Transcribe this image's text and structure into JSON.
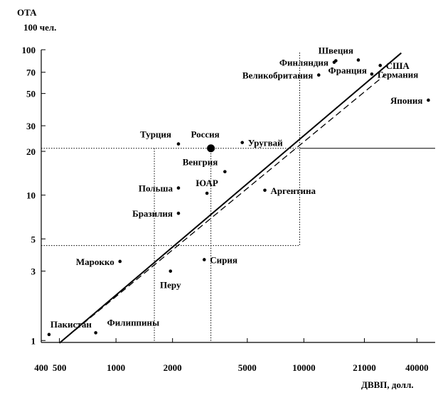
{
  "chart_data": {
    "type": "scatter",
    "ylabel_line1": "ОТА",
    "ylabel_line2": "100 чел.",
    "xlabel": "ДВВП, долл.",
    "x_scale": "log",
    "y_scale": "log",
    "xlim": [
      400,
      50000
    ],
    "ylim": [
      0.97,
      100
    ],
    "x_ticks": [
      {
        "value": 400,
        "label": "400"
      },
      {
        "value": 500,
        "label": "500"
      },
      {
        "value": 1000,
        "label": "1000"
      },
      {
        "value": 2000,
        "label": "2000"
      },
      {
        "value": 5000,
        "label": "5000"
      },
      {
        "value": 10000,
        "label": "10000"
      },
      {
        "value": 21000,
        "label": "21000"
      },
      {
        "value": 40000,
        "label": "40000"
      }
    ],
    "y_ticks": [
      {
        "value": 1,
        "label": "1"
      },
      {
        "value": 3,
        "label": "3"
      },
      {
        "value": 5,
        "label": "5"
      },
      {
        "value": 10,
        "label": "10"
      },
      {
        "value": 20,
        "label": "20"
      },
      {
        "value": 30,
        "label": "30"
      },
      {
        "value": 50,
        "label": "50"
      },
      {
        "value": 70,
        "label": "70"
      },
      {
        "value": 100,
        "label": "100"
      }
    ],
    "points": [
      {
        "label": "Пакистан",
        "x": 440,
        "y": 1.1,
        "lpos": "above-right"
      },
      {
        "label": "Филиппины",
        "x": 780,
        "y": 1.13,
        "lpos": "above-right-far"
      },
      {
        "label": "Марокко",
        "x": 1050,
        "y": 3.5,
        "lpos": "left"
      },
      {
        "label": "Перу",
        "x": 1950,
        "y": 3.0,
        "lpos": "below"
      },
      {
        "label": "Сирия",
        "x": 2950,
        "y": 3.6,
        "lpos": "right"
      },
      {
        "label": "Бразилия",
        "x": 2150,
        "y": 7.5,
        "lpos": "left"
      },
      {
        "label": "Польша",
        "x": 2150,
        "y": 11.2,
        "lpos": "left"
      },
      {
        "label": "ЮАР",
        "x": 3050,
        "y": 10.3,
        "lpos": "above"
      },
      {
        "label": "Венгрия",
        "x": 3800,
        "y": 14.5,
        "lpos": "left-above"
      },
      {
        "label": "Аргентина",
        "x": 6200,
        "y": 10.8,
        "lpos": "right"
      },
      {
        "label": "Турция",
        "x": 2150,
        "y": 22.5,
        "lpos": "left-above"
      },
      {
        "label": "Уругвай",
        "x": 4700,
        "y": 23.0,
        "lpos": "right"
      },
      {
        "label": "Финляндия",
        "x": 14500,
        "y": 82,
        "lpos": "left"
      },
      {
        "label": "Швеция",
        "x": 14800,
        "y": 84,
        "lpos": "above"
      },
      {
        "label": "США",
        "x": 25500,
        "y": 78,
        "lpos": "right"
      },
      {
        "label": "Великобритания",
        "x": 12000,
        "y": 67,
        "lpos": "left"
      },
      {
        "label": "Франция",
        "x": 19500,
        "y": 85,
        "lpos": "below-left"
      },
      {
        "label": "Германия",
        "x": 23000,
        "y": 68,
        "lpos": "right"
      },
      {
        "label": "Япония",
        "x": 46000,
        "y": 45,
        "lpos": "left"
      }
    ],
    "highlight": {
      "label": "Россия",
      "x": 3200,
      "y": 21,
      "lpos": "above"
    },
    "solid_line": {
      "x": [
        500,
        33000
      ],
      "y": [
        0.96,
        95
      ]
    },
    "dashed_line": {
      "x": [
        500,
        27000
      ],
      "y": [
        0.96,
        67
      ]
    },
    "ref_lines": {
      "russia_y": 21,
      "russia_x": 3200,
      "left_x": 1600,
      "right_x": 9500,
      "low_y": 4.5
    }
  }
}
